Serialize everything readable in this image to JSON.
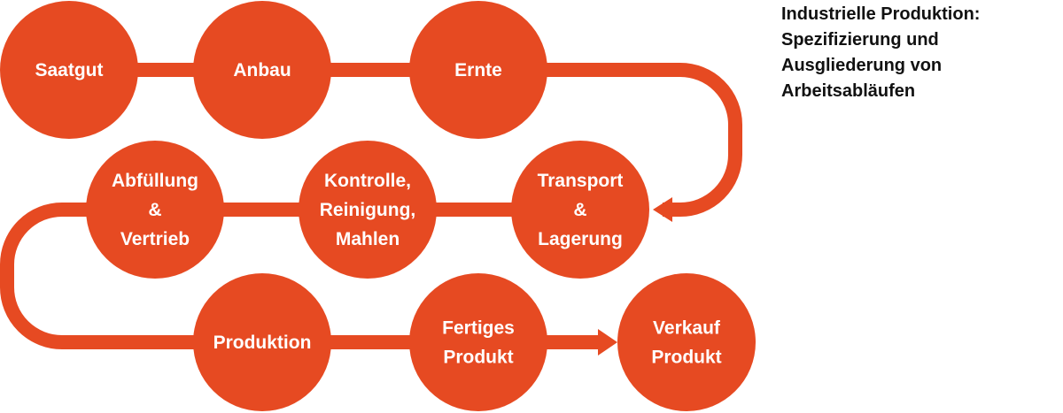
{
  "heading": {
    "lines": [
      "Industrielle Produktion:",
      "Spezifizierung und",
      "Ausgliederung von",
      "Arbeitsabläufen"
    ]
  },
  "colors": {
    "accent": "#E64A22",
    "text_dark": "#111111",
    "node_text": "#FFFFFF"
  },
  "nodes": [
    {
      "id": "saatgut",
      "lines": [
        "Saatgut"
      ]
    },
    {
      "id": "anbau",
      "lines": [
        "Anbau"
      ]
    },
    {
      "id": "ernte",
      "lines": [
        "Ernte"
      ]
    },
    {
      "id": "transport",
      "lines": [
        "Transport",
        "&",
        "Lagerung"
      ]
    },
    {
      "id": "kontrolle",
      "lines": [
        "Kontrolle,",
        "Reinigung,",
        "Mahlen"
      ]
    },
    {
      "id": "abfuellung",
      "lines": [
        "Abfüllung",
        "&",
        "Vertrieb"
      ]
    },
    {
      "id": "produktion",
      "lines": [
        "Produktion"
      ]
    },
    {
      "id": "fertiges",
      "lines": [
        "Fertiges",
        "Produkt"
      ]
    },
    {
      "id": "verkauf",
      "lines": [
        "Verkauf",
        "Produkt"
      ]
    }
  ]
}
